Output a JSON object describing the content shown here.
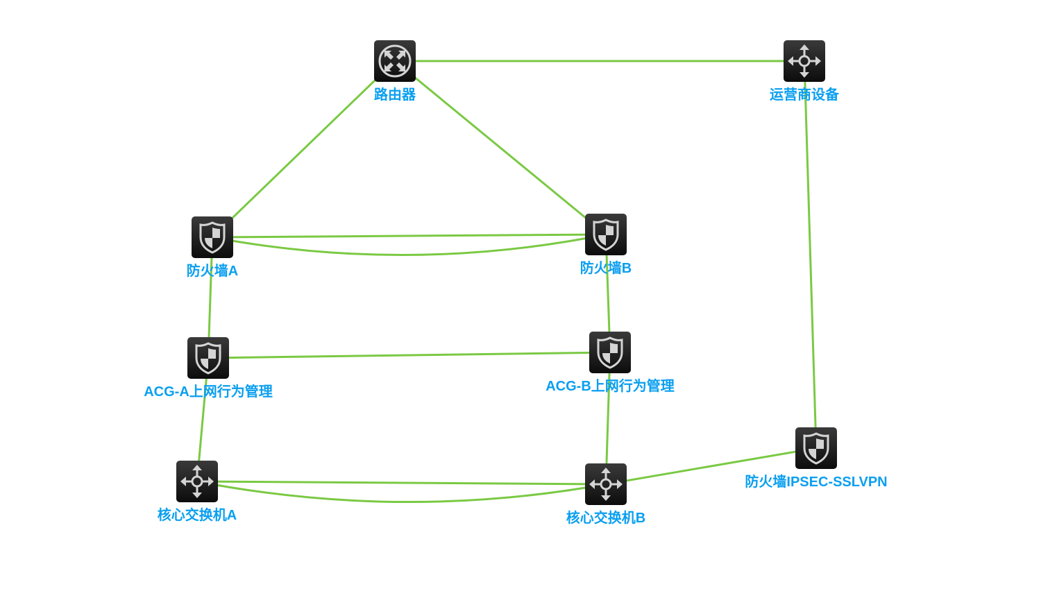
{
  "diagram": {
    "type": "network-topology",
    "colors": {
      "link": "#7ac943",
      "label": "#0a9ff0",
      "icon_bg_top": "#3a3a3a",
      "icon_bg_bottom": "#0c0c0c",
      "icon_glyph": "#d4d4d4"
    },
    "nodes": [
      {
        "id": "router",
        "label": "路由器",
        "icon": "router-icon"
      },
      {
        "id": "isp",
        "label": "运营商设备",
        "icon": "switch-icon"
      },
      {
        "id": "fwA",
        "label": "防火墙A",
        "icon": "firewall-shield-icon"
      },
      {
        "id": "fwB",
        "label": "防火墙B",
        "icon": "firewall-shield-icon"
      },
      {
        "id": "acgA",
        "label": "ACG-A上网行为管理",
        "icon": "firewall-shield-icon"
      },
      {
        "id": "acgB",
        "label": "ACG-B上网行为管理",
        "icon": "firewall-shield-icon"
      },
      {
        "id": "coreA",
        "label": "核心交换机A",
        "icon": "switch-icon"
      },
      {
        "id": "coreB",
        "label": "核心交换机B",
        "icon": "switch-icon"
      },
      {
        "id": "fwVpn",
        "label": "防火墙IPSEC-SSLVPN",
        "icon": "firewall-shield-icon"
      }
    ],
    "links": [
      {
        "from": "router",
        "to": "isp",
        "style": "straight"
      },
      {
        "from": "router",
        "to": "fwA",
        "style": "straight"
      },
      {
        "from": "router",
        "to": "fwB",
        "style": "straight"
      },
      {
        "from": "fwA",
        "to": "fwB",
        "style": "straight"
      },
      {
        "from": "fwA",
        "to": "fwB",
        "style": "curved"
      },
      {
        "from": "fwA",
        "to": "acgA",
        "style": "straight"
      },
      {
        "from": "fwB",
        "to": "acgB",
        "style": "straight"
      },
      {
        "from": "acgA",
        "to": "acgB",
        "style": "straight"
      },
      {
        "from": "acgA",
        "to": "coreA",
        "style": "straight"
      },
      {
        "from": "acgB",
        "to": "coreB",
        "style": "straight"
      },
      {
        "from": "coreA",
        "to": "coreB",
        "style": "straight"
      },
      {
        "from": "coreA",
        "to": "coreB",
        "style": "curved"
      },
      {
        "from": "coreB",
        "to": "fwVpn",
        "style": "straight"
      },
      {
        "from": "isp",
        "to": "fwVpn",
        "style": "straight"
      }
    ]
  }
}
